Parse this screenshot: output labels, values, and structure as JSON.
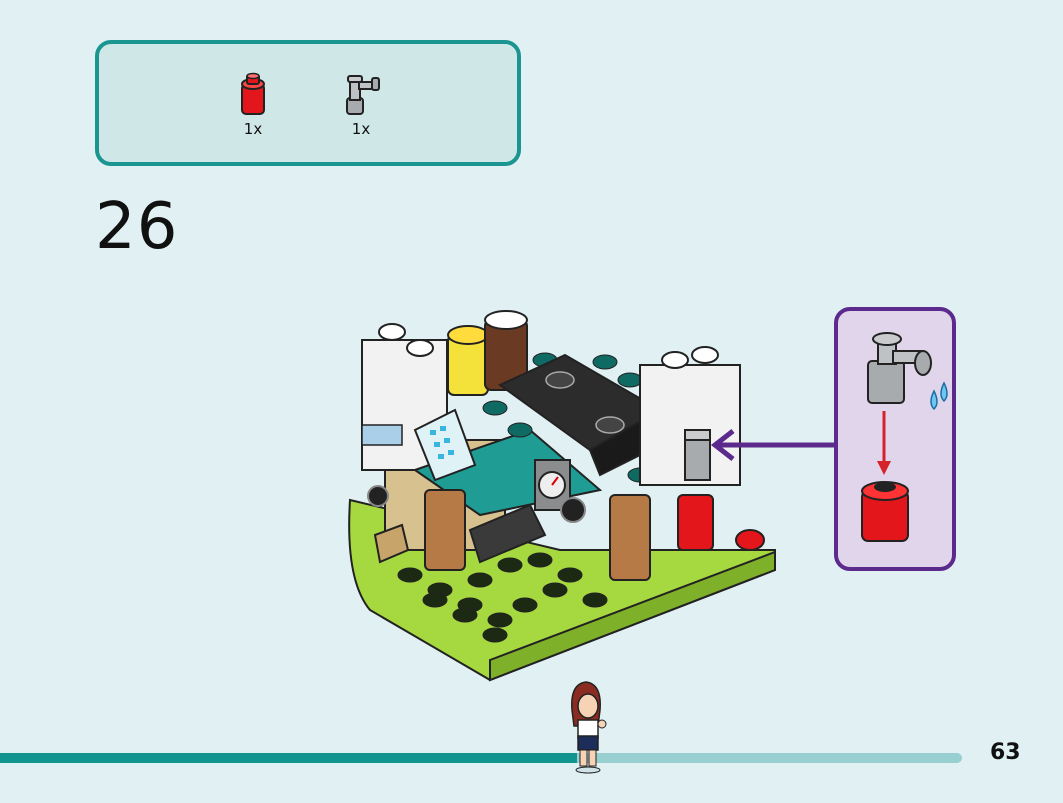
{
  "parts_list": {
    "items": [
      {
        "icon": "red-round-brick-icon",
        "count": "1x",
        "color": "#e3161b"
      },
      {
        "icon": "grey-faucet-piece-icon",
        "count": "1x",
        "color": "#a8abad"
      }
    ]
  },
  "step": {
    "number": "26"
  },
  "progress": {
    "fraction": 0.6
  },
  "page": {
    "number": "63"
  },
  "colors": {
    "parts_box_border": "#1a9590",
    "callout_border": "#5b2a8c",
    "progress_fill": "#12948f",
    "baseplate": "#a6d840"
  }
}
